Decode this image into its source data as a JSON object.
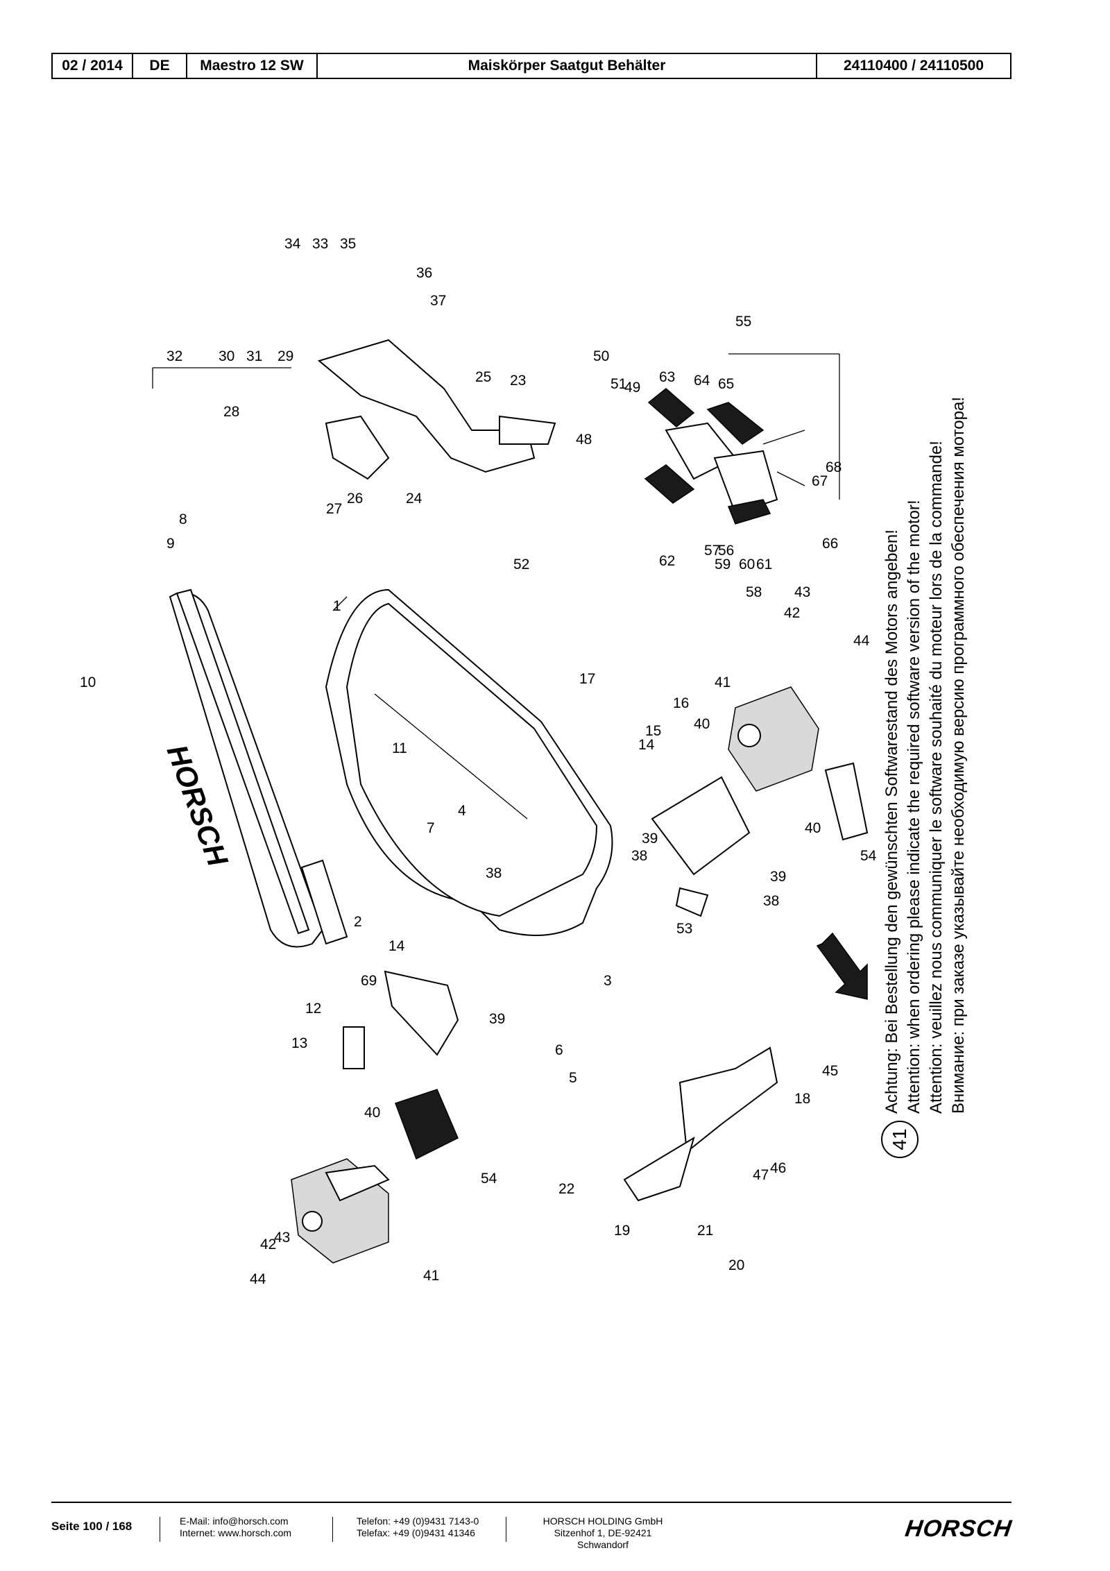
{
  "header": {
    "date": "02 / 2014",
    "lang": "DE",
    "model": "Maestro 12 SW",
    "title": "Maiskörper Saatgut Behälter",
    "part_numbers": "24110400 / 24110500"
  },
  "drawing": {
    "brand_on_lid": "HORSCH",
    "callouts": [
      "1",
      "2",
      "3",
      "4",
      "5",
      "6",
      "7",
      "8",
      "9",
      "10",
      "11",
      "12",
      "13",
      "14",
      "14",
      "15",
      "16",
      "17",
      "18",
      "19",
      "20",
      "21",
      "22",
      "23",
      "24",
      "25",
      "26",
      "27",
      "28",
      "29",
      "30",
      "31",
      "32",
      "33",
      "34",
      "35",
      "36",
      "37",
      "38",
      "38",
      "38",
      "39",
      "39",
      "39",
      "40",
      "40",
      "40",
      "41",
      "41",
      "42",
      "42",
      "43",
      "43",
      "44",
      "44",
      "45",
      "46",
      "47",
      "48",
      "49",
      "50",
      "51",
      "52",
      "53",
      "54",
      "54",
      "55",
      "56",
      "57",
      "58",
      "59",
      "60",
      "61",
      "62",
      "63",
      "64",
      "65",
      "66",
      "67",
      "68",
      "69"
    ]
  },
  "notes": {
    "badge": "41",
    "de": "Achtung: Bei Bestellung den gewünschten Softwarestand des Motors angeben!",
    "en": "Attention: when ordering please indicate the required software version of the motor!",
    "fr": "Attention: veuillez nous communiquer le software souhaité du moteur lors de la commande!",
    "ru": "Внимание: при заказе указывайте необходимую версию программного обеспечения мотора!"
  },
  "footer": {
    "page": "Seite 100 / 168",
    "email": "E-Mail: info@horsch.com",
    "internet": "Internet: www.horsch.com",
    "phone": "Telefon: +49 (0)9431 7143-0",
    "fax": "Telefax: +49 (0)9431 41346",
    "company": "HORSCH HOLDING GmbH",
    "address": "Sitzenhof 1, DE-92421 Schwandorf",
    "logo": "HORSCH"
  }
}
